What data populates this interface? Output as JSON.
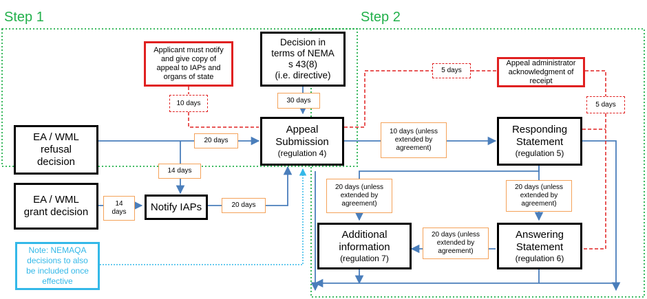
{
  "steps": {
    "step1": "Step 1",
    "step2": "Step 2"
  },
  "colors": {
    "step_green": "#22b04b",
    "flow_blue": "#4a7ebb",
    "dashed_red": "#e02020",
    "label_orange": "#f4a259",
    "note_cyan": "#33b8e8"
  },
  "nodes": {
    "ea_refusal": [
      "EA / WML",
      "refusal",
      "decision"
    ],
    "ea_grant": [
      "EA / WML",
      "grant decision"
    ],
    "notify": "Notify IAPs",
    "applicant": [
      "Applicant must notify",
      "and give copy of",
      "appeal to IAPs and",
      "organs of state"
    ],
    "nema": [
      "Decision in",
      "terms of NEMA",
      "s 43(8)",
      "(i.e. directive)"
    ],
    "appeal": {
      "title": [
        "Appeal",
        "Submission"
      ],
      "sub": "(regulation 4)"
    },
    "admin_ack": [
      "Appeal administrator",
      "acknowledgment of",
      "receipt"
    ],
    "responding": {
      "title": [
        "Responding",
        "Statement"
      ],
      "sub": "(regulation 5)"
    },
    "answering": {
      "title": [
        "Answering",
        "Statement"
      ],
      "sub": "(regulation 6)"
    },
    "additional": {
      "title": [
        "Additional",
        "information"
      ],
      "sub": "(regulation 7)"
    },
    "note": [
      "Note: NEMAQA",
      "decisions to also",
      "be included once",
      "effective"
    ]
  },
  "labels": {
    "ten_days": "10 days",
    "thirty_days": "30 days",
    "five_days_top": "5 days",
    "five_days_right": "5 days",
    "twenty_days_refusal": "20 days",
    "fourteen_days_down": "14 days",
    "fourteen_days_grant": [
      "14",
      "days"
    ],
    "twenty_days_notify": "20 days",
    "ten_days_unless": [
      "10 days (unless",
      "extended by",
      "agreement)"
    ],
    "twenty_unless_left": [
      "20 days (unless",
      "extended by",
      "agreement)"
    ],
    "twenty_unless_right": [
      "20 days (unless",
      "extended by",
      "agreement)"
    ],
    "twenty_unless_mid": [
      "20 days (unless",
      "extended by",
      "agreement)"
    ]
  }
}
